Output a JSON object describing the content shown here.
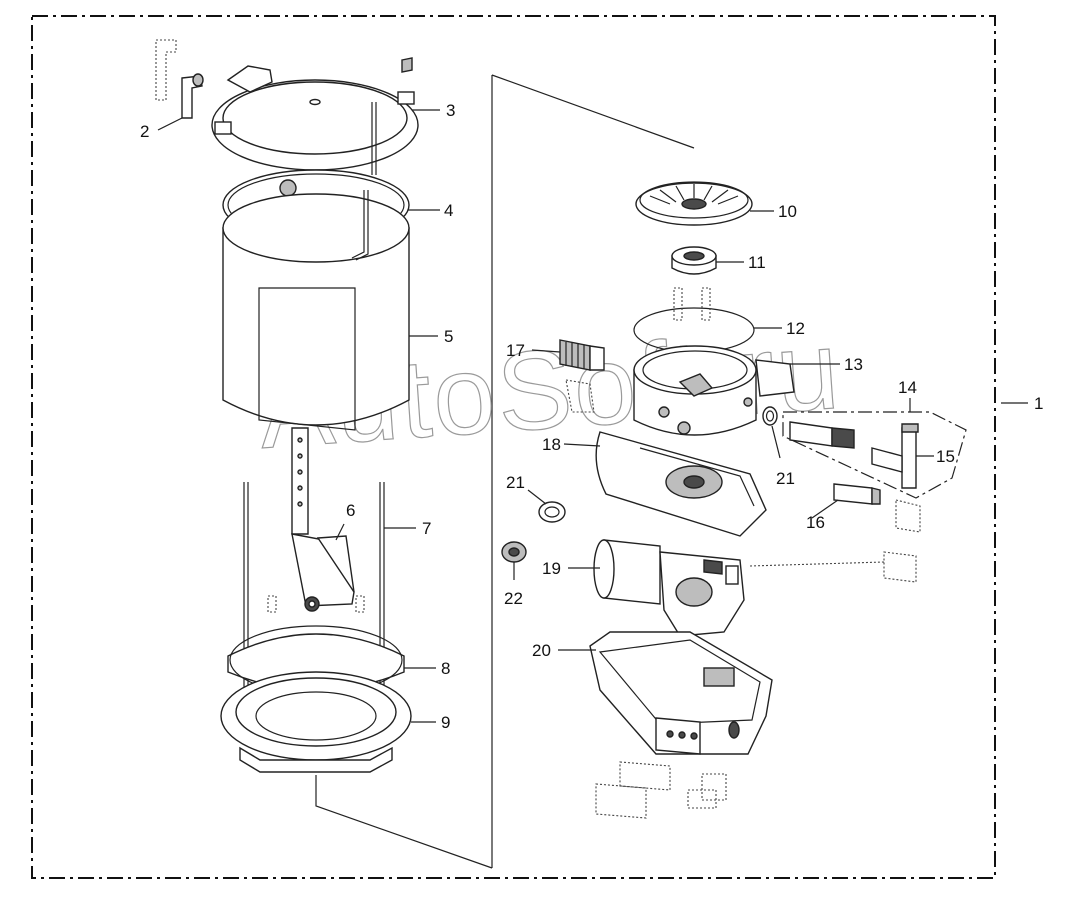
{
  "diagram": {
    "watermark": "AutoSoft.ru",
    "callouts": {
      "c1": "1",
      "c2": "2",
      "c3": "3",
      "c4": "4",
      "c5": "5",
      "c6": "6",
      "c7": "7",
      "c8": "8",
      "c9": "9",
      "c10": "10",
      "c11": "11",
      "c12": "12",
      "c13": "13",
      "c14": "14",
      "c15": "15",
      "c16": "16",
      "c17": "17",
      "c18": "18",
      "c19": "19",
      "c20": "20",
      "c21a": "21",
      "c21b": "21",
      "c22": "22"
    }
  }
}
